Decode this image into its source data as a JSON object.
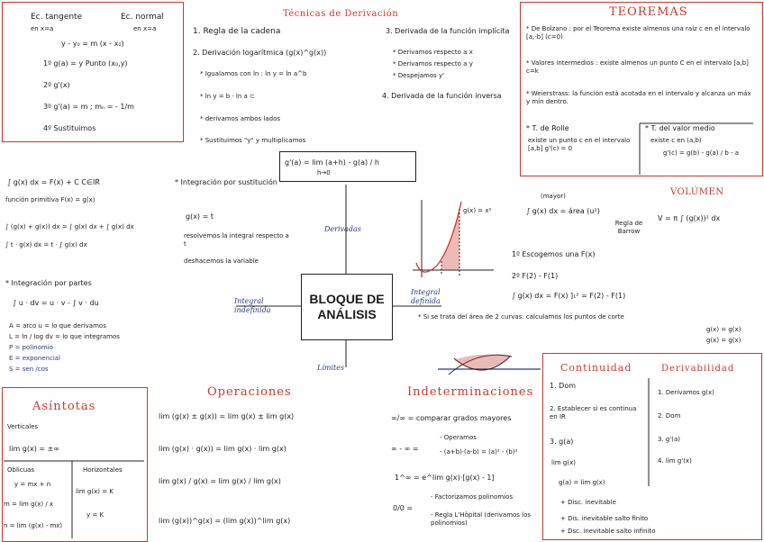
{
  "center": {
    "line1": "BLOQUE DE",
    "line2": "ANÁLISIS"
  },
  "tangent_box": {
    "h_tangente": "Ec. tangente",
    "h_normal": "Ec. normal",
    "en_xa_1": "en x=a",
    "en_xa_2": "en x=a",
    "formula": "y - y₀ = m (x - x₀)",
    "step1": "1º  g(a) = y  Punto (x₀,y)",
    "step2": "2º  g'(x)",
    "step3": "3º  g'(a) = m ;  mₙ = - 1/m",
    "step4": "4º  Sustituimos"
  },
  "tecnicas": {
    "title": "Técnicas de Derivación",
    "item1": "1. Regla de la cadena",
    "item2": "2. Derivación logarítmica (g(x)^g(x))",
    "item2a": "* Igualamos con ln : ln y = ln a^b",
    "item2b": "* ln y = b · ln a ⊂",
    "item2c": "* derivamos ambos lados",
    "item2d": "* Sustituimos \"y\" y multiplicamos",
    "item3": "3. Derivada de la función implícita",
    "item3a": "* Derivamos respecto a x",
    "item3b": "* Derivamos respecto a y",
    "item3c": "* Despejamos y'",
    "item4": "4. Derivada de la función inversa",
    "deriv_def": "g'(a) = lim (a+h) - g(a) / h",
    "deriv_h": "h→0"
  },
  "teoremas": {
    "title": "TEOREMAS",
    "bolzano": "* De Bolzano : por el Teorema existe almenos una raíz c en el intervalo [a,-b]  (c=0)",
    "valores": "* Valores intermedios : existe almenos un punto C en el intervalo [a,b]     c=k",
    "weierstrass": "* Weierstrass: la función está acotada en el intervalo y alcanza un máx y mín dentro.",
    "rolle_t": "* T. de Rolle",
    "rolle_d": "existe un punto c en el intervalo [a,b]  g'(c) = 0",
    "tvm_t": "* T. del valor medio",
    "tvm_d": "existe c en (a,b)",
    "tvm_f": "g'(c) = g(b) - g(a) / b - a"
  },
  "integral_left": {
    "f1": "∫ g(x) dx = F(x) + C   C∈IR",
    "f1b": "función primitiva      F(x) = g(x)",
    "f2": "∫ (g(x) + g(x)) dx = ∫ g(x) dx + ∫ g(x) dx",
    "f3": "∫ t · g(x) dx = t · ∫ g(x) dx",
    "partes_t": "* Integración por partes",
    "partes_f": "∫ u · dv = u · v - ∫ v · du",
    "alpes1": "A = arco          u = lo que derivamos",
    "alpes2": "L = ln / log       dv = lo que integramos",
    "alpes3": "P = polinomio",
    "alpes4": "E = exponencial",
    "alpes5": "S = sen /cos"
  },
  "sustitucion": {
    "title": "* Integración por sustitución",
    "l1": "g(x) = t",
    "l2": "resolvemos la integral respecto a t",
    "l3": "deshacemos la variable"
  },
  "branches": {
    "derivadas": "Derivadas",
    "integral_def": "Integral definida",
    "integral_indef": "Integral indefinida",
    "limites": "Límites"
  },
  "integral_def": {
    "area": "∫ g(x) dx = área (u²)",
    "mayor": "(mayor)",
    "barrow": "Regla de Barrow",
    "paso1": "1º Escogemos una F(x)",
    "paso2": "2º F(2) - F(1)",
    "paso3": "∫ g(x) dx = F(x) ]₁² = F(2) - F(1)",
    "dos_curvas": "* Si se trata del área de 2 curvas: calculamos los puntos de corte",
    "corte1": "g(x) = g(x)",
    "corte2": "g(x) = g(x)",
    "graph_label": "g(x) = x²"
  },
  "volumen": {
    "title": "VOLÚMEN",
    "formula": "V = π ∫ (g(x))² dx"
  },
  "asintotas": {
    "title": "Asíntotas",
    "verticales": "Verticales",
    "vert_f": "lim g(x) = ±∞",
    "oblicuas": "Oblicuas",
    "horizontales": "Horizontales",
    "obl_f1": "y = mx + n",
    "hor_f1": "lim g(x) = K",
    "obl_f2": "m = lim g(x) / x",
    "hor_f2": "y = K",
    "obl_f3": "n = lim (g(x) - mx)"
  },
  "operaciones": {
    "title": "Operaciones",
    "op1": "lim (g(x) ± g(x)) = lim g(x) ± lim g(x)",
    "op2": "lim (g(x) · g(x)) = lim g(x) · lim g(x)",
    "op3": "lim g(x) / g(x) = lim g(x) / lim g(x)",
    "op4": "lim (g(x))^g(x) = (lim g(x))^lim g(x)"
  },
  "indeterminaciones": {
    "title": "Indeterminaciones",
    "i1": "∞/∞ = comparar grados mayores",
    "i2": "∞ - ∞ =",
    "i2a": "- Operamos",
    "i2b": "- (a+b)·(a-b) = (a)² - (b)²",
    "i3": "1^∞ = e^lim g(x)·[g(x) - 1]",
    "i4": "0/0 =",
    "i4a": "- Factorizamos polinomios",
    "i4b": "- Regla L'Hôpital (derivamos los polinomios)"
  },
  "continuidad": {
    "title": "Continuidad",
    "c1": "1. Dom",
    "c2": "2. Establecer si es continua en IR",
    "c3": "3. g(a)",
    "c4": "lim g(x)",
    "c5": "g(a) = lim g(x)",
    "d1": "+ Disc. inevitable",
    "d2": "+ Dis. inevitable salto finito",
    "d3": "+ Dsc. inevitable salto infinito"
  },
  "derivabilidad": {
    "title": "Derivabilidad",
    "d1": "1. Derivamos g(x)",
    "d2": "2. Dom",
    "d3": "3. g'(a)",
    "d4": "4. lim g'(x)"
  }
}
